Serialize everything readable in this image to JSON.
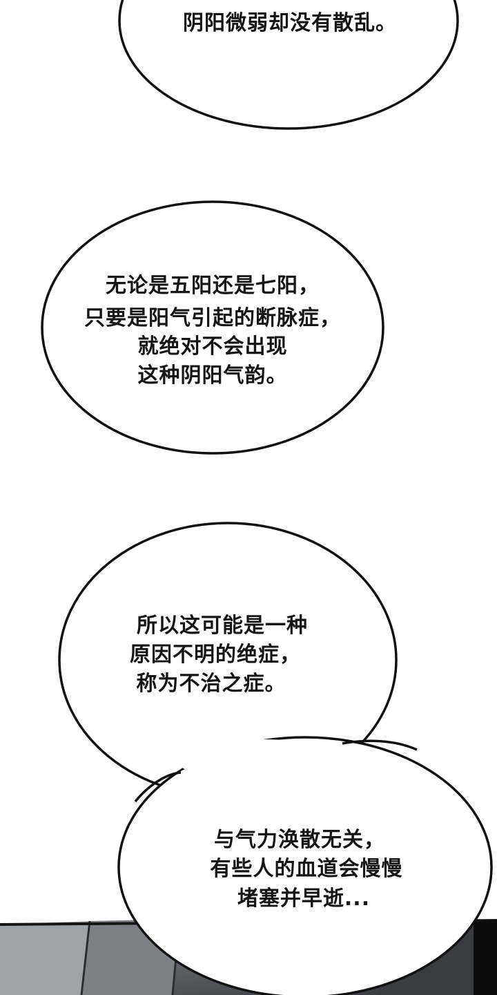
{
  "panel": {
    "bubble_top": {
      "lines": [
        "阴阳微弱却没有散乱。"
      ]
    },
    "bubble_middle": {
      "lines": [
        "无论是五阳还是七阳，",
        "只要是阳气引起的断脉症，",
        "就绝对不会出现",
        "这种阴阳气韵。"
      ]
    },
    "bubble_double": {
      "upper_lines": [
        "所以这可能是一种",
        "原因不明的绝症，",
        "称为不治之症。"
      ],
      "lower_lines": [
        "与气力涣散无关，",
        "有些人的血道会慢慢",
        "堵塞并早逝..."
      ]
    }
  }
}
